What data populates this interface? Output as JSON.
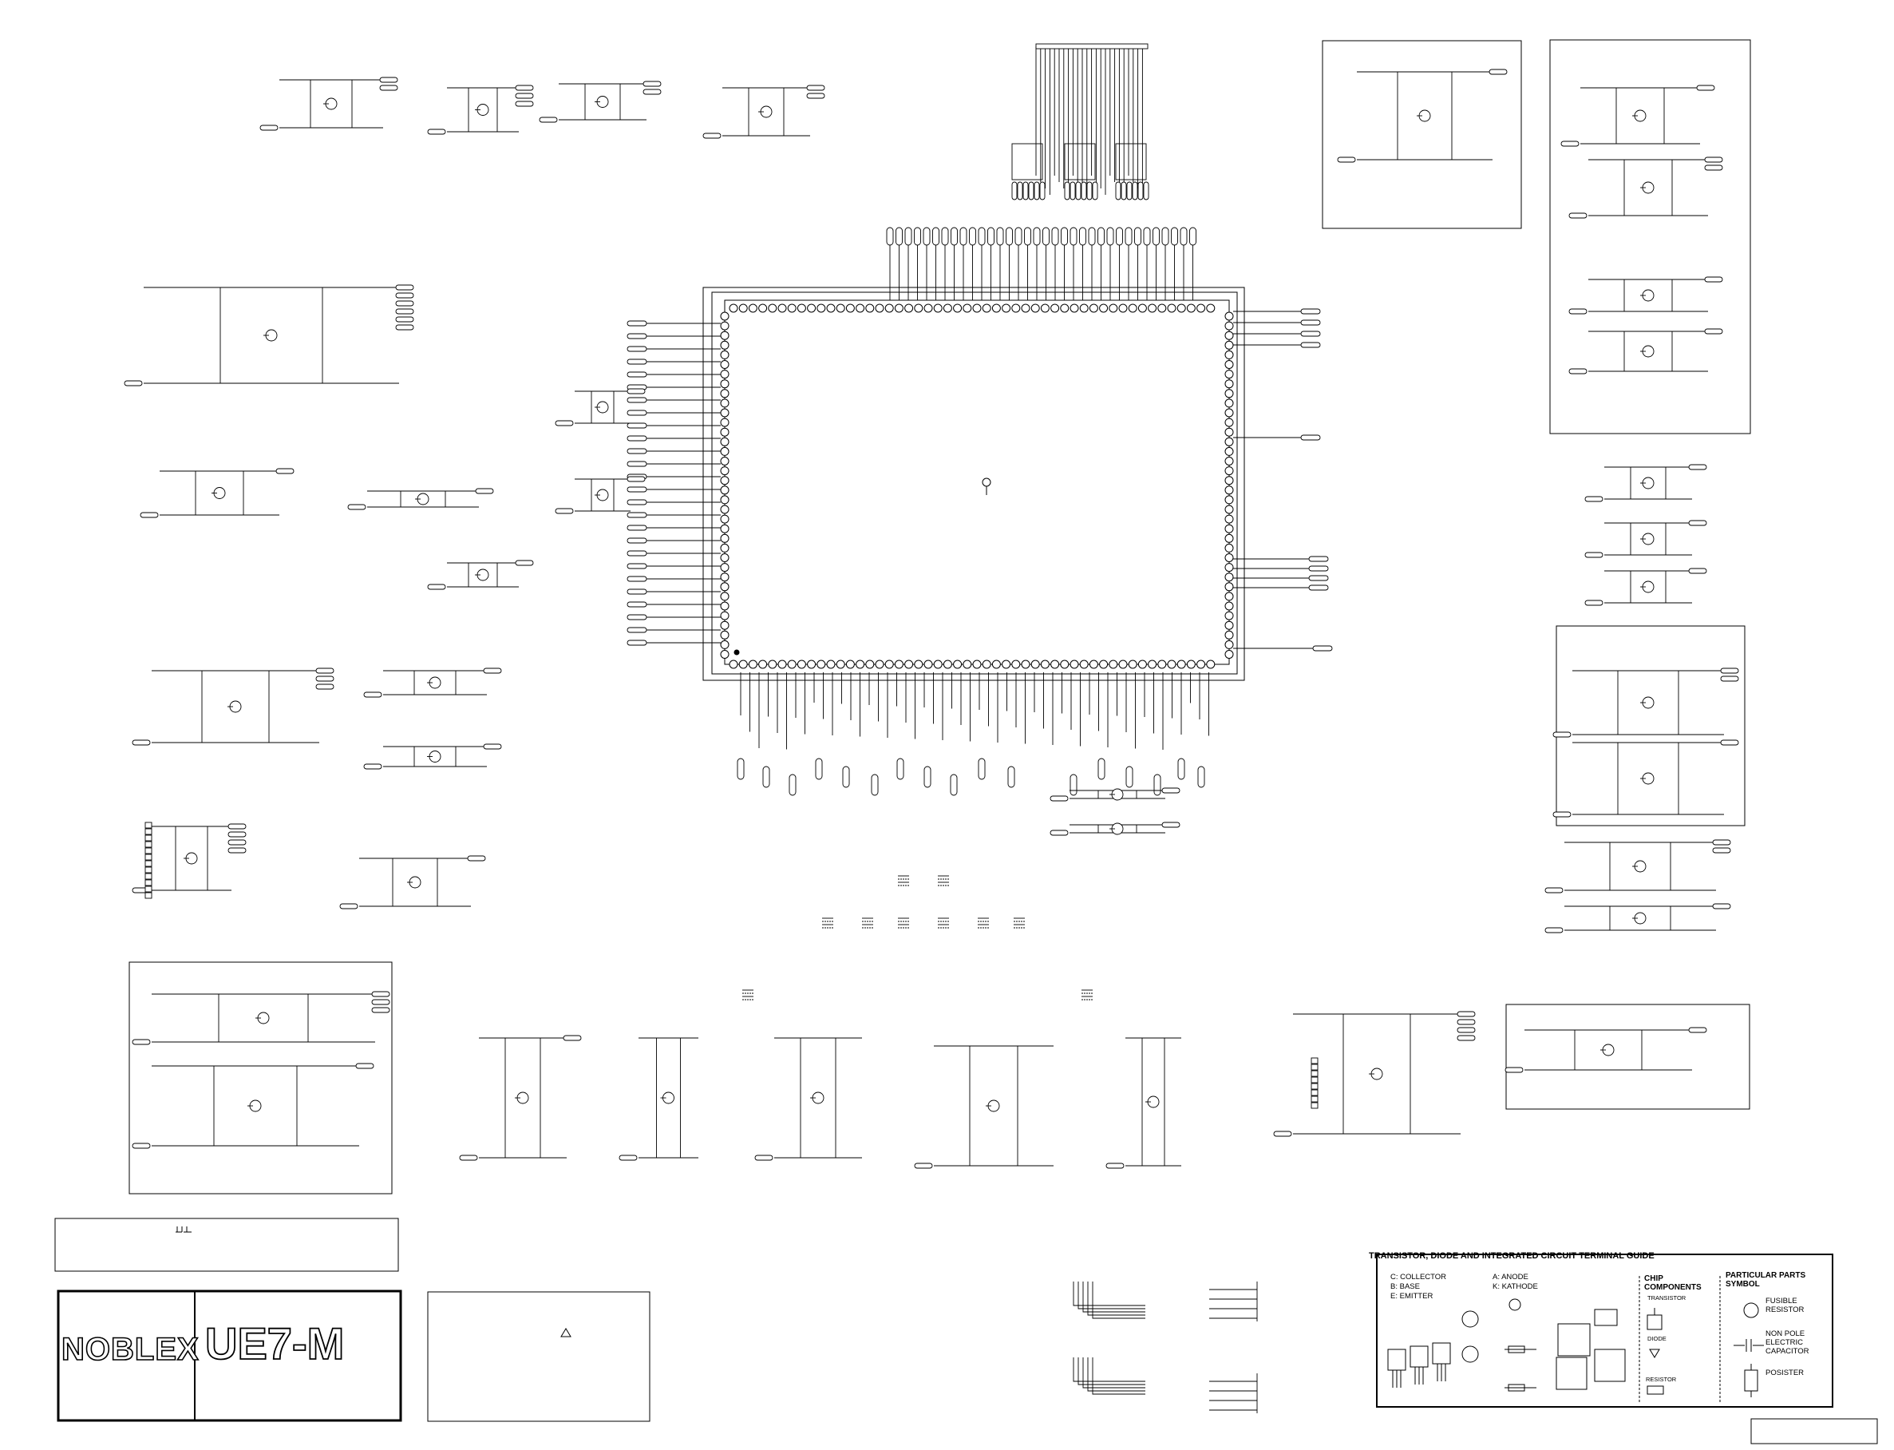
{
  "title_block": {
    "brand": "NOBLEX",
    "model": "UE7-M"
  },
  "terminal_guide": {
    "title": "TRANSISTOR, DIODE AND INTEGRATED CIRCUIT TERMINAL GUIDE",
    "transistor_pins": [
      "C: COLLECTOR",
      "B: BASE",
      "E: EMITTER"
    ],
    "diode_pins": [
      "A: ANODE",
      "K: KATHODE"
    ],
    "chip_components": {
      "heading": "CHIP COMPONENTS",
      "transistor": "TRANSISTOR",
      "diode": "DIODE",
      "resistor": "RESISTOR"
    },
    "particular_parts": {
      "heading": "PARTICULAR PARTS SYMBOL",
      "items": [
        "FUSIBLE RESISTOR",
        "NON POLE ELECTRIC CAPACITOR",
        "POSISTER"
      ]
    }
  }
}
